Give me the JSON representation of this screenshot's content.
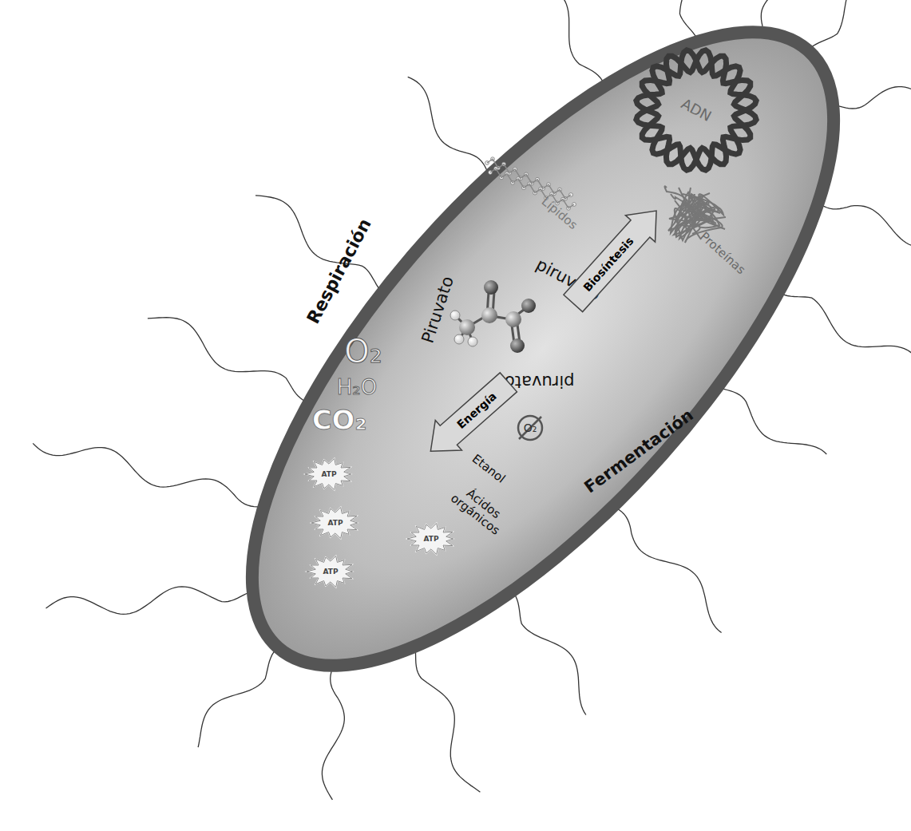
{
  "diagram": {
    "nodes": [
      {
        "text": [
          "Energía"
        ]
      },
      {
        "text": [
          "Biosíntesis"
        ]
      },
      {
        "text": [
          "ATP"
        ]
      },
      {
        "text": [
          "ATP"
        ]
      },
      {
        "text": [
          "ATP"
        ]
      },
      {
        "text": [
          "ATP"
        ]
      }
    ],
    "labels": [
      "Respiración",
      "O₂",
      "H₂O",
      "CO₂",
      "Piruvato",
      "piruvato",
      "piruvato",
      "Lípidos",
      "ADN",
      "Proteínas",
      "Etanol",
      "Ácidos orgánicos",
      "O₂",
      "Fermentación"
    ]
  }
}
